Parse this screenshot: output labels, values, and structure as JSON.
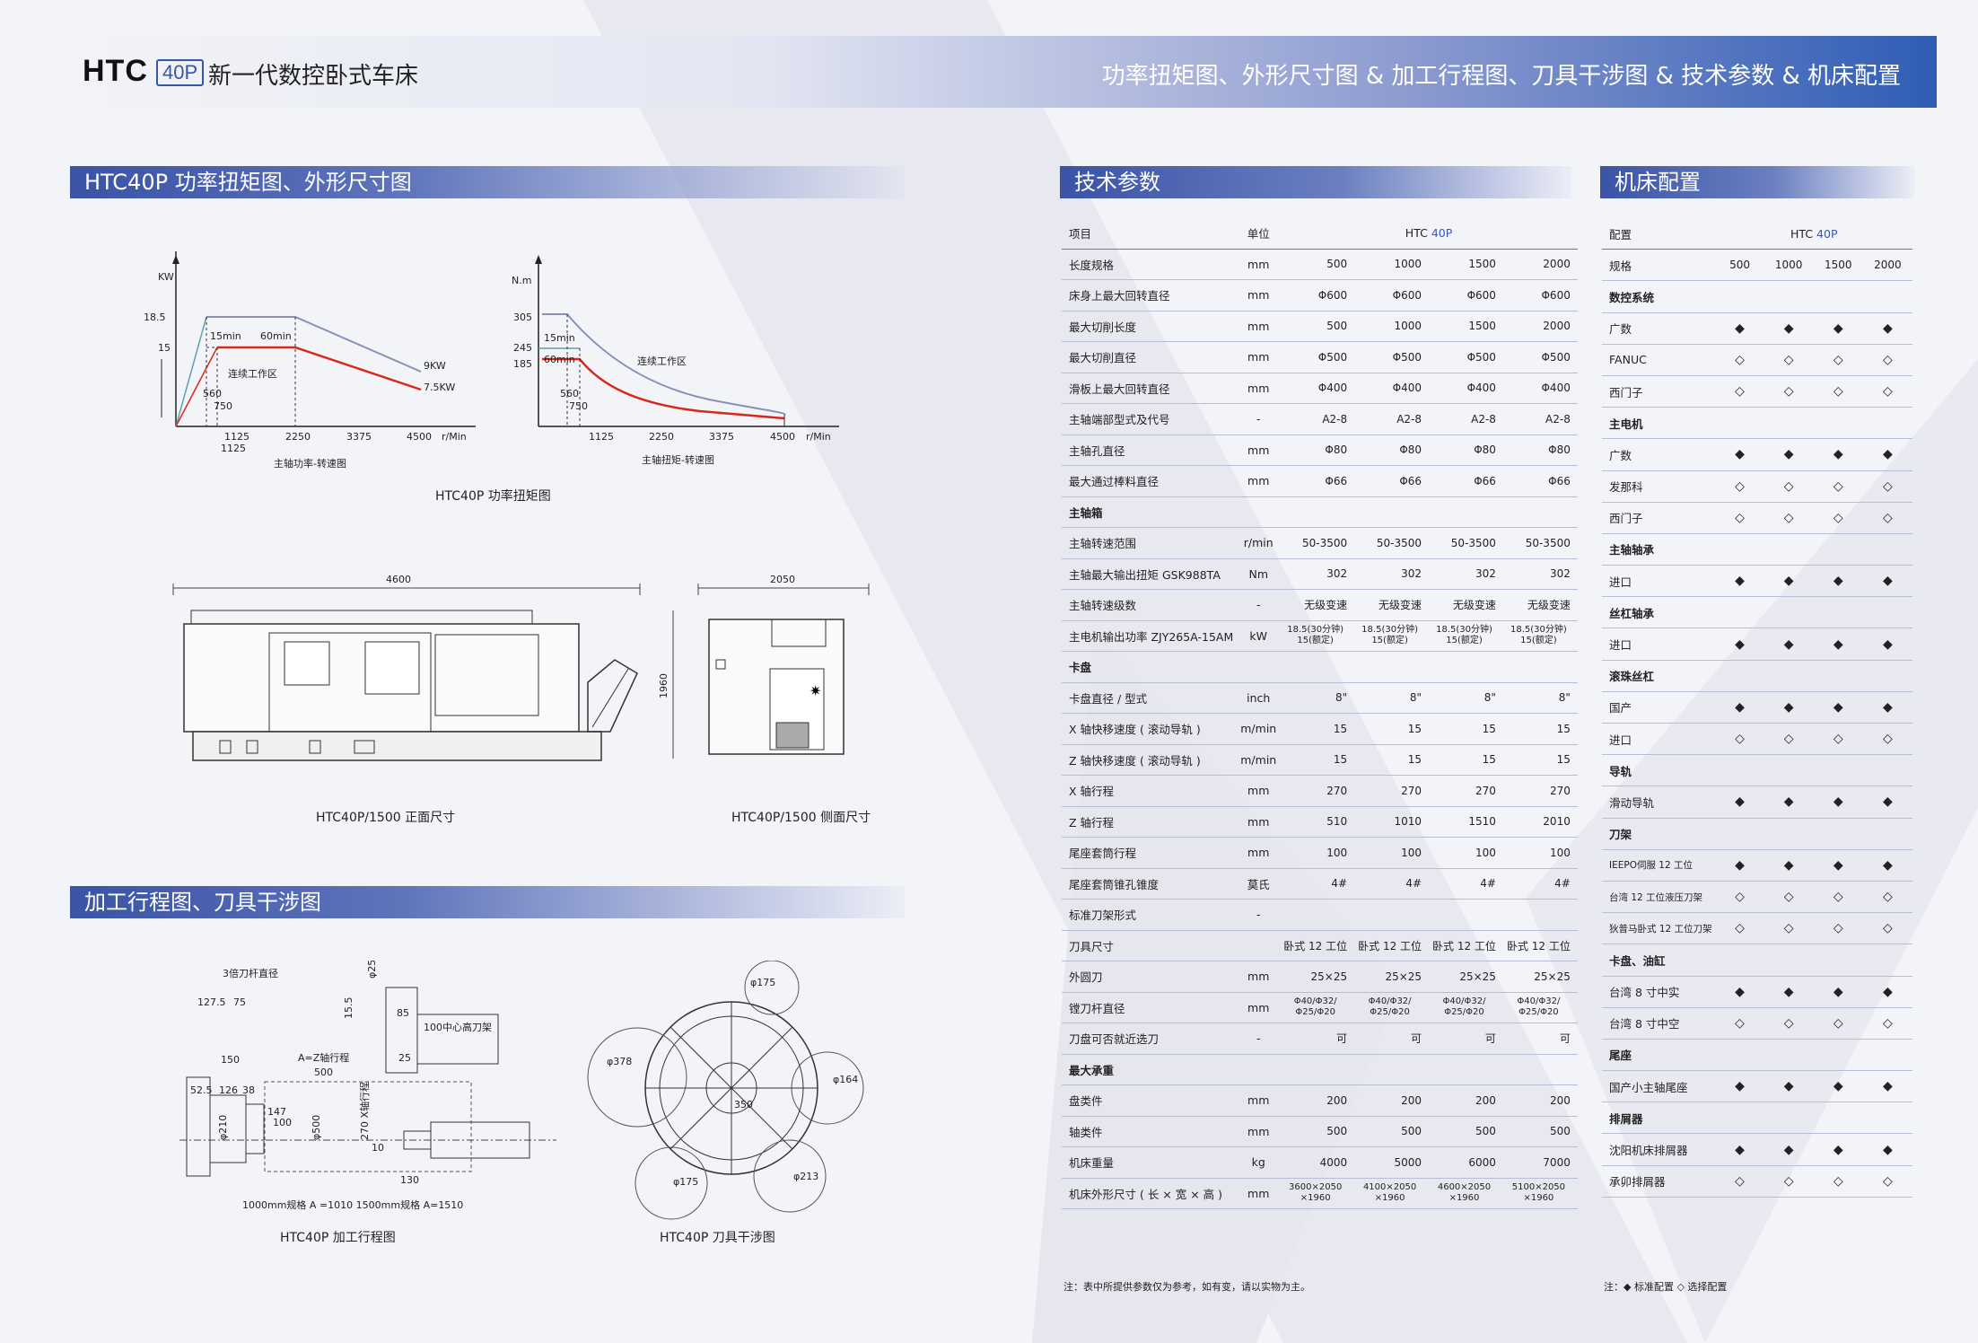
{
  "header": {
    "brand": "HTC",
    "model": "40P",
    "subtitle": "新一代数控卧式车床",
    "right_title": "功率扭矩图、外形尺寸图 & 加工行程图、刀具干涉图 & 技术参数 & 机床配置"
  },
  "sections": {
    "power": "HTC40P 功率扭矩图、外形尺寸图",
    "process": "加工行程图、刀具干涉图",
    "tech": "技术参数",
    "config": "机床配置"
  },
  "power_chart": {
    "ylabel": "KW",
    "yticks": [
      "18.5",
      "15"
    ],
    "xticks": [
      "1125",
      "2250",
      "3375",
      "4500"
    ],
    "x_extra": "1125",
    "xunit": "r/Min",
    "labels": {
      "t15": "15min",
      "t60": "60min",
      "zone": "连续工作区",
      "kw9": "9KW",
      "kw75": "7.5KW",
      "n560": "560",
      "n750": "750"
    },
    "caption": "主轴功率-转速图",
    "series": [
      {
        "name": "15min",
        "points": [
          [
            560,
            18.5
          ],
          [
            2250,
            18.5
          ],
          [
            4500,
            9
          ]
        ]
      },
      {
        "name": "连续工作区",
        "points": [
          [
            750,
            15
          ],
          [
            2250,
            15
          ],
          [
            4500,
            7.5
          ]
        ]
      }
    ]
  },
  "torque_chart": {
    "ylabel": "N.m",
    "yticks": [
      "305",
      "245",
      "185"
    ],
    "xticks": [
      "1125",
      "2250",
      "3375",
      "4500"
    ],
    "xunit": "r/Min",
    "labels": {
      "t15": "15min",
      "t60": "60min",
      "zone": "连续工作区",
      "n560": "560",
      "n750": "750"
    },
    "caption": "主轴扭矩-转速图"
  },
  "captions": {
    "power_torque": "HTC40P 功率扭矩图",
    "front": "HTC40P/1500 正面尺寸",
    "side": "HTC40P/1500 侧面尺寸",
    "process": "HTC40P 加工行程图",
    "tool": "HTC40P 刀具干涉图"
  },
  "dims": {
    "front_width": "4600",
    "side_width": "2050",
    "height": "1960"
  },
  "process_labels": {
    "bar": "3倍刀杆直径",
    "d25": "φ25",
    "a": "127.5",
    "b": "75",
    "c": "15.5",
    "d": "85",
    "e": "100中心高刀架",
    "f": "150",
    "g": "A=Z轴行程",
    "h": "500",
    "i": "25",
    "j": "52.5",
    "k": "126",
    "l": "38",
    "m": "147",
    "n": "100",
    "o": "φ210",
    "p": "φ500",
    "q": "270 X轴行程",
    "r": "10",
    "s": "130",
    "foot": "1000mm规格 A =1010  1500mm规格 A=1510"
  },
  "tool_labels": {
    "a": "φ378",
    "b": "φ164",
    "c": "φ175",
    "d": "φ213",
    "e": "φ175",
    "f": "350"
  },
  "tech": {
    "head": {
      "item": "项目",
      "unit": "单位",
      "model_prefix": "HTC ",
      "model": "40P"
    },
    "rows": [
      {
        "item": "长度规格",
        "unit": "mm",
        "v": [
          "500",
          "1000",
          "1500",
          "2000"
        ]
      },
      {
        "item": "床身上最大回转直径",
        "unit": "mm",
        "v": [
          "Φ600",
          "Φ600",
          "Φ600",
          "Φ600"
        ]
      },
      {
        "item": "最大切削长度",
        "unit": "mm",
        "v": [
          "500",
          "1000",
          "1500",
          "2000"
        ]
      },
      {
        "item": "最大切削直径",
        "unit": "mm",
        "v": [
          "Φ500",
          "Φ500",
          "Φ500",
          "Φ500"
        ]
      },
      {
        "item": "滑板上最大回转直径",
        "unit": "mm",
        "v": [
          "Φ400",
          "Φ400",
          "Φ400",
          "Φ400"
        ]
      },
      {
        "item": "主轴端部型式及代号",
        "unit": "-",
        "v": [
          "A2-8",
          "A2-8",
          "A2-8",
          "A2-8"
        ]
      },
      {
        "item": "主轴孔直径",
        "unit": "mm",
        "v": [
          "Φ80",
          "Φ80",
          "Φ80",
          "Φ80"
        ]
      },
      {
        "item": "最大通过棒料直径",
        "unit": "mm",
        "v": [
          "Φ66",
          "Φ66",
          "Φ66",
          "Φ66"
        ]
      },
      {
        "item": "主轴箱",
        "unit": "",
        "v": [
          "",
          "",
          "",
          ""
        ],
        "cat": true
      },
      {
        "item": "主轴转速范围",
        "unit": "r/min",
        "v": [
          "50-3500",
          "50-3500",
          "50-3500",
          "50-3500"
        ]
      },
      {
        "item": "主轴最大输出扭矩 GSK988TA",
        "unit": "Nm",
        "v": [
          "302",
          "302",
          "302",
          "302"
        ]
      },
      {
        "item": "主轴转速级数",
        "unit": "-",
        "v": [
          "无级变速",
          "无级变速",
          "无级变速",
          "无级变速"
        ]
      },
      {
        "item": "主电机输出功率 ZJY265A-15AM",
        "unit": "kW",
        "v": [
          "18.5(30分钟) 15(额定)",
          "18.5(30分钟) 15(额定)",
          "18.5(30分钟) 15(额定)",
          "18.5(30分钟) 15(额定)"
        ],
        "small": true
      },
      {
        "item": "卡盘",
        "unit": "",
        "v": [
          "",
          "",
          "",
          ""
        ],
        "cat": true
      },
      {
        "item": "卡盘直径 / 型式",
        "unit": "inch",
        "v": [
          "8\"",
          "8\"",
          "8\"",
          "8\""
        ]
      },
      {
        "item": "X 轴快移速度 ( 滚动导轨 )",
        "unit": "m/min",
        "v": [
          "15",
          "15",
          "15",
          "15"
        ]
      },
      {
        "item": "Z 轴快移速度 ( 滚动导轨 )",
        "unit": "m/min",
        "v": [
          "15",
          "15",
          "15",
          "15"
        ]
      },
      {
        "item": "X 轴行程",
        "unit": "mm",
        "v": [
          "270",
          "270",
          "270",
          "270"
        ]
      },
      {
        "item": "Z 轴行程",
        "unit": "mm",
        "v": [
          "510",
          "1010",
          "1510",
          "2010"
        ]
      },
      {
        "item": "尾座套筒行程",
        "unit": "mm",
        "v": [
          "100",
          "100",
          "100",
          "100"
        ]
      },
      {
        "item": "尾座套筒锥孔锥度",
        "unit": "莫氏",
        "v": [
          "4#",
          "4#",
          "4#",
          "4#"
        ]
      },
      {
        "item": "标准刀架形式",
        "unit": "-",
        "v": [
          "",
          "",
          "",
          ""
        ]
      },
      {
        "item": "刀具尺寸",
        "unit": "",
        "v": [
          "卧式 12 工位",
          "卧式 12 工位",
          "卧式 12 工位",
          "卧式 12 工位"
        ]
      },
      {
        "item": "外圆刀",
        "unit": "mm",
        "v": [
          "25×25",
          "25×25",
          "25×25",
          "25×25"
        ]
      },
      {
        "item": "镗刀杆直径",
        "unit": "mm",
        "v": [
          "Φ40/Φ32/ Φ25/Φ20",
          "Φ40/Φ32/ Φ25/Φ20",
          "Φ40/Φ32/ Φ25/Φ20",
          "Φ40/Φ32/ Φ25/Φ20"
        ],
        "small": true
      },
      {
        "item": "刀盘可否就近选刀",
        "unit": "-",
        "v": [
          "可",
          "可",
          "可",
          "可"
        ]
      },
      {
        "item": "最大承重",
        "unit": "",
        "v": [
          "",
          "",
          "",
          ""
        ],
        "cat": true
      },
      {
        "item": "盘类件",
        "unit": "mm",
        "v": [
          "200",
          "200",
          "200",
          "200"
        ]
      },
      {
        "item": "轴类件",
        "unit": "mm",
        "v": [
          "500",
          "500",
          "500",
          "500"
        ]
      },
      {
        "item": "机床重量",
        "unit": "kg",
        "v": [
          "4000",
          "5000",
          "6000",
          "7000"
        ]
      },
      {
        "item": "机床外形尺寸 ( 长 × 宽 × 高 )",
        "unit": "mm",
        "v": [
          "3600×2050 ×1960",
          "4100×2050 ×1960",
          "4600×2050 ×1960",
          "5100×2050 ×1960"
        ],
        "small": true
      }
    ],
    "note": "注：表中所提供参数仅为参考，如有变，请以实物为主。"
  },
  "config": {
    "head": {
      "item": "配置",
      "model_prefix": "HTC ",
      "model": "40P"
    },
    "spec": {
      "item": "规格",
      "v": [
        "500",
        "1000",
        "1500",
        "2000"
      ]
    },
    "rows": [
      {
        "item": "数控系统",
        "cat": true,
        "v": [
          "",
          "",
          "",
          ""
        ]
      },
      {
        "item": "广数",
        "v": [
          "◆",
          "◆",
          "◆",
          "◆"
        ]
      },
      {
        "item": "FANUC",
        "v": [
          "◇",
          "◇",
          "◇",
          "◇"
        ]
      },
      {
        "item": "西门子",
        "v": [
          "◇",
          "◇",
          "◇",
          "◇"
        ]
      },
      {
        "item": "主电机",
        "cat": true,
        "v": [
          "",
          "",
          "",
          ""
        ]
      },
      {
        "item": "广数",
        "v": [
          "◆",
          "◆",
          "◆",
          "◆"
        ]
      },
      {
        "item": "发那科",
        "v": [
          "◇",
          "◇",
          "◇",
          "◇"
        ]
      },
      {
        "item": "西门子",
        "v": [
          "◇",
          "◇",
          "◇",
          "◇"
        ]
      },
      {
        "item": "主轴轴承",
        "cat": true,
        "v": [
          "",
          "",
          "",
          ""
        ]
      },
      {
        "item": "进口",
        "v": [
          "◆",
          "◆",
          "◆",
          "◆"
        ]
      },
      {
        "item": "丝杠轴承",
        "cat": true,
        "v": [
          "",
          "",
          "",
          ""
        ]
      },
      {
        "item": "进口",
        "v": [
          "◆",
          "◆",
          "◆",
          "◆"
        ]
      },
      {
        "item": "滚珠丝杠",
        "cat": true,
        "v": [
          "",
          "",
          "",
          ""
        ]
      },
      {
        "item": "国产",
        "v": [
          "◆",
          "◆",
          "◆",
          "◆"
        ]
      },
      {
        "item": "进口",
        "v": [
          "◇",
          "◇",
          "◇",
          "◇"
        ]
      },
      {
        "item": "导轨",
        "cat": true,
        "v": [
          "",
          "",
          "",
          ""
        ]
      },
      {
        "item": "滑动导轨",
        "v": [
          "◆",
          "◆",
          "◆",
          "◆"
        ]
      },
      {
        "item": "刀架",
        "cat": true,
        "v": [
          "",
          "",
          "",
          ""
        ]
      },
      {
        "item": "IEEPO伺服 12 工位",
        "v": [
          "◆",
          "◆",
          "◆",
          "◆"
        ]
      },
      {
        "item": "台湾 12 工位液压刀架",
        "v": [
          "◇",
          "◇",
          "◇",
          "◇"
        ]
      },
      {
        "item": "狄普马卧式 12 工位刀架",
        "v": [
          "◇",
          "◇",
          "◇",
          "◇"
        ]
      },
      {
        "item": "卡盘、油缸",
        "cat": true,
        "v": [
          "",
          "",
          "",
          ""
        ]
      },
      {
        "item": "台湾 8 寸中实",
        "v": [
          "◆",
          "◆",
          "◆",
          "◆"
        ]
      },
      {
        "item": "台湾 8 寸中空",
        "v": [
          "◇",
          "◇",
          "◇",
          "◇"
        ]
      },
      {
        "item": "尾座",
        "cat": true,
        "v": [
          "",
          "",
          "",
          ""
        ]
      },
      {
        "item": "国产小主轴尾座",
        "v": [
          "◆",
          "◆",
          "◆",
          "◆"
        ]
      },
      {
        "item": "排屑器",
        "cat": true,
        "v": [
          "",
          "",
          "",
          ""
        ]
      },
      {
        "item": "沈阳机床排屑器",
        "v": [
          "◆",
          "◆",
          "◆",
          "◆"
        ]
      },
      {
        "item": "承卯排屑器",
        "v": [
          "◇",
          "◇",
          "◇",
          "◇"
        ]
      }
    ],
    "note": "注：◆ 标准配置   ◇ 选择配置"
  }
}
